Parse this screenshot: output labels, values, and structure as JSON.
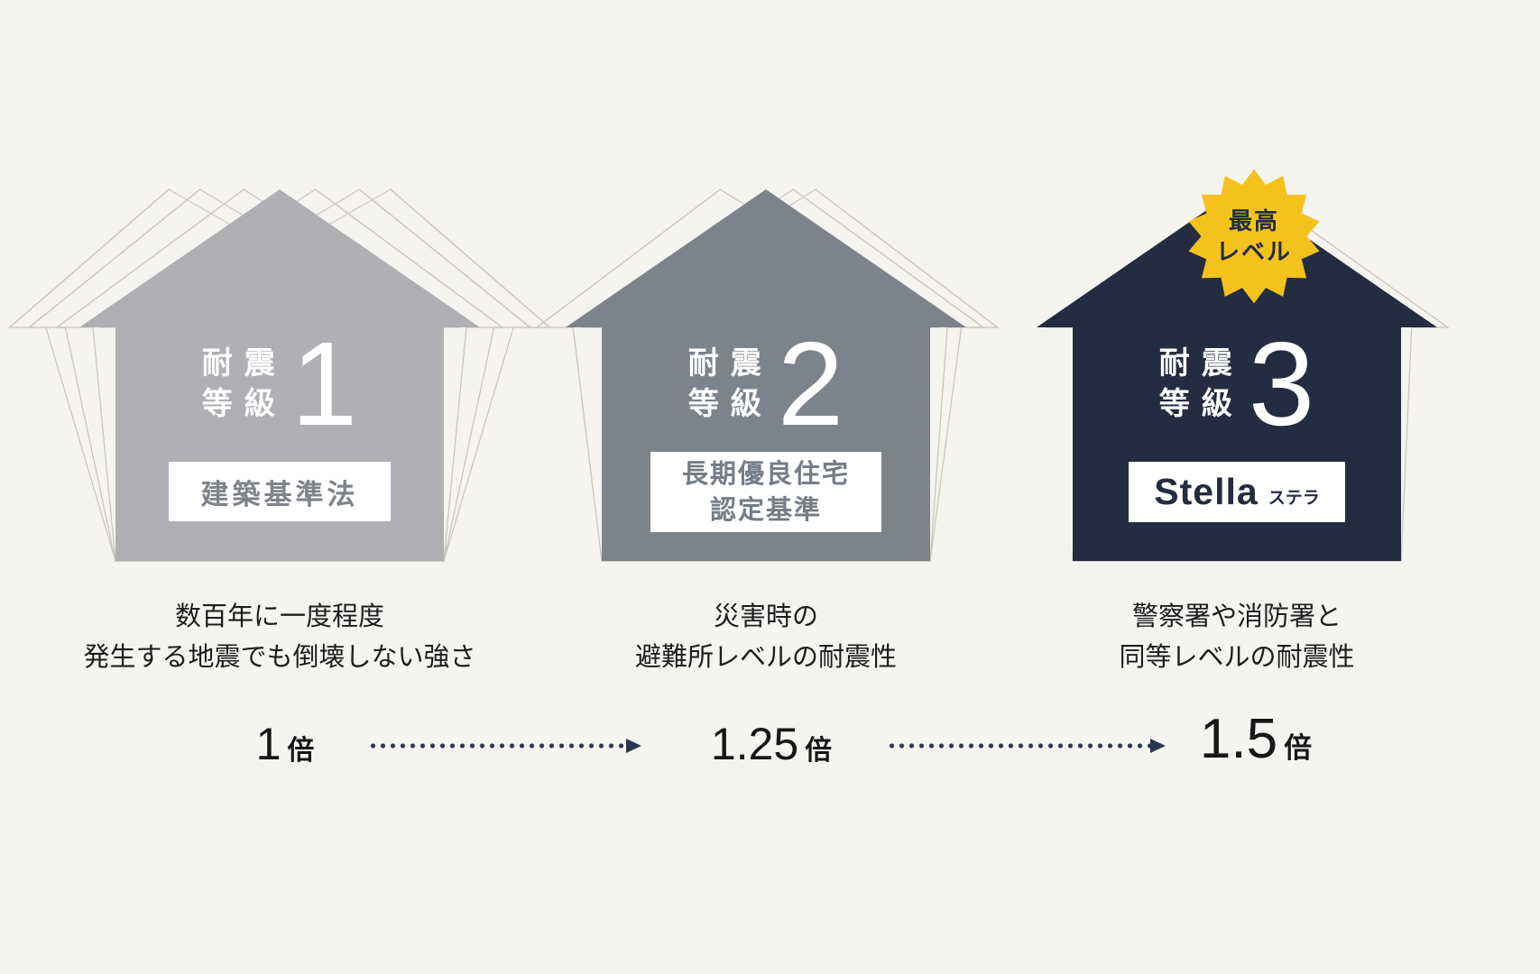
{
  "colors": {
    "background": "#f5f4f0",
    "outline": "#c9c5be",
    "arrow": "#2c3550",
    "description_text": "#1d1d1f",
    "grade_text": "#ffffff"
  },
  "grades": [
    {
      "grade_prefix_line1": "耐震",
      "grade_prefix_line2": "等級",
      "grade_number": "1",
      "standard_line1": "建築基準法",
      "standard_line2": "",
      "house_color": "#aeb0b4",
      "standard_text_color": "#7f838a",
      "description_line1": "数百年に一度程度",
      "description_line2": "発生する地震でも倒壊しない強さ",
      "multiplier_number": "1",
      "multiplier_unit": "倍"
    },
    {
      "grade_prefix_line1": "耐震",
      "grade_prefix_line2": "等級",
      "grade_number": "2",
      "standard_line1": "長期優良住宅",
      "standard_line2": "認定基準",
      "house_color": "#7d838b",
      "standard_text_color": "#767d87",
      "description_line1": "災害時の",
      "description_line2": "避難所レベルの耐震性",
      "multiplier_number": "1.25",
      "multiplier_unit": "倍"
    },
    {
      "grade_prefix_line1": "耐震",
      "grade_prefix_line2": "等級",
      "grade_number": "3",
      "brand_name": "Stella",
      "brand_ruby": "ステラ",
      "house_color": "#232c40",
      "standard_text_color": "#232c40",
      "description_line1": "警察署や消防署と",
      "description_line2": "同等レベルの耐震性",
      "multiplier_number": "1.5",
      "multiplier_unit": "倍",
      "badge_line1": "最高",
      "badge_line2": "レベル",
      "badge_color": "#f5c21d"
    }
  ]
}
